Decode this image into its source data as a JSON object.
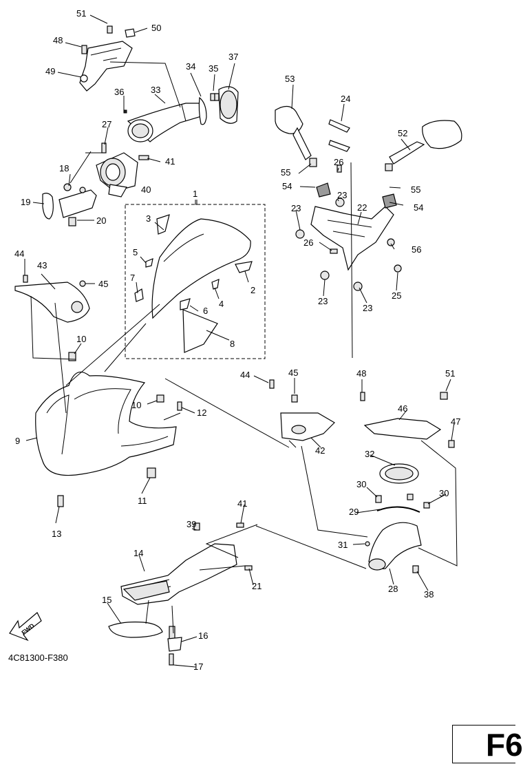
{
  "drawing_code": "4C81300-F380",
  "page_tag": "F6",
  "fwd_label": "FWD",
  "labels": {
    "p1": "1",
    "p2": "2",
    "p3": "3",
    "p4": "4",
    "p5": "5",
    "p6": "6",
    "p7": "7",
    "p8": "8",
    "p9": "9",
    "p10a": "10",
    "p10b": "10",
    "p11": "11",
    "p12": "12",
    "p13": "13",
    "p14": "14",
    "p15": "15",
    "p16": "16",
    "p17": "17",
    "p18": "18",
    "p19": "19",
    "p20": "20",
    "p21": "21",
    "p22": "22",
    "p23a": "23",
    "p23b": "23",
    "p23c": "23",
    "p23d": "23",
    "p24": "24",
    "p25": "25",
    "p26a": "26",
    "p26b": "26",
    "p27": "27",
    "p28": "28",
    "p29": "29",
    "p30a": "30",
    "p30b": "30",
    "p31": "31",
    "p32": "32",
    "p33": "33",
    "p34": "34",
    "p35": "35",
    "p36": "36",
    "p37": "37",
    "p38": "38",
    "p39": "39",
    "p40": "40",
    "p41a": "41",
    "p41b": "41",
    "p42": "42",
    "p43": "43",
    "p44a": "44",
    "p44b": "44",
    "p45a": "45",
    "p45b": "45",
    "p46": "46",
    "p47": "47",
    "p48a": "48",
    "p48b": "48",
    "p49": "49",
    "p50": "50",
    "p51a": "51",
    "p51b": "51",
    "p52": "52",
    "p53": "53",
    "p54a": "54",
    "p54b": "54",
    "p55a": "55",
    "p55b": "55",
    "p56": "56"
  }
}
